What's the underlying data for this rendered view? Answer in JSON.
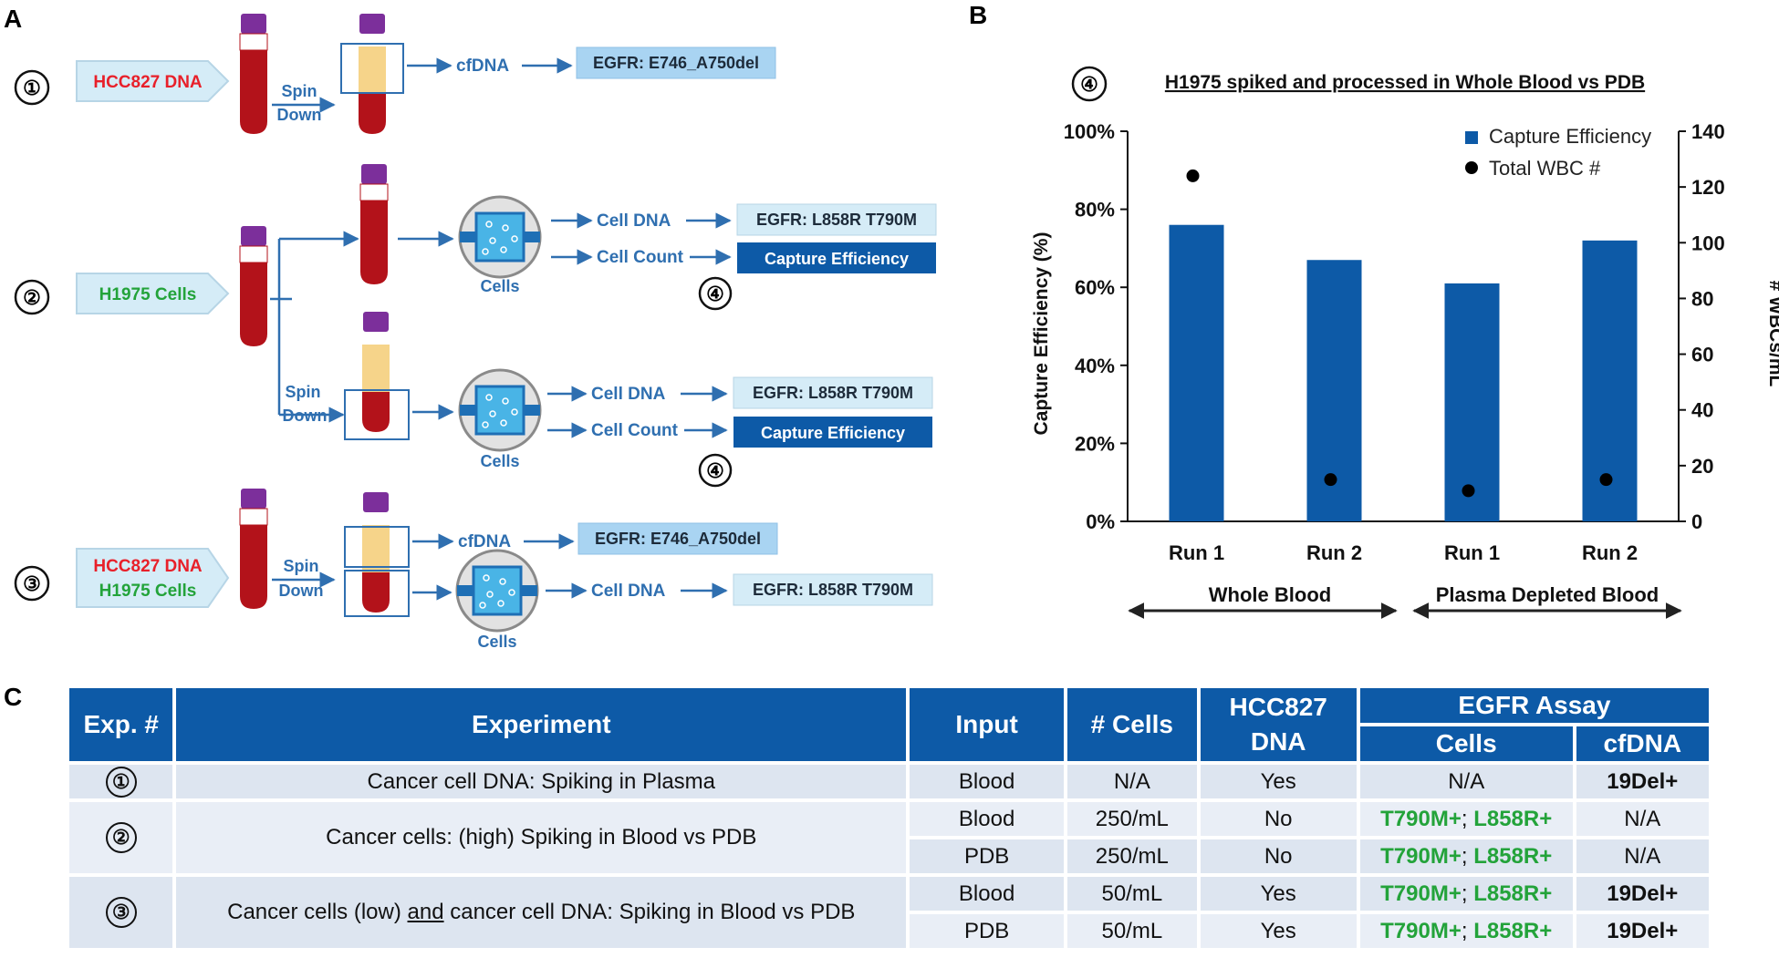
{
  "panels": {
    "a": "A",
    "b": "B",
    "c": "C"
  },
  "circled": [
    "①",
    "②",
    "③",
    "④"
  ],
  "panel_a": {
    "row1": {
      "sample": "HCC827 DNA",
      "spin": "Spin",
      "down": "Down",
      "flow": "cfDNA",
      "result": "EGFR: E746_A750del"
    },
    "row2": {
      "sample": "H1975 Cells",
      "upper": {
        "dna": "Cell DNA",
        "count": "Cell Count",
        "dna_result": "EGFR: L858R T790M",
        "count_result": "Capture Efficiency",
        "cells": "Cells"
      },
      "lower": {
        "spin": "Spin",
        "down": "Down",
        "dna": "Cell DNA",
        "count": "Cell Count",
        "dna_result": "EGFR: L858R T790M",
        "count_result": "Capture Efficiency",
        "cells": "Cells"
      }
    },
    "row3": {
      "sample1": "HCC827 DNA",
      "sample2": "H1975 Cells",
      "spin": "Spin",
      "down": "Down",
      "flow1": "cfDNA",
      "result1": "EGFR: E746_A750del",
      "flow2": "Cell DNA",
      "result2": "EGFR: L858R T790M",
      "cells": "Cells"
    }
  },
  "chart_data": {
    "type": "bar",
    "title": "H1975 spiked and processed in Whole Blood vs PDB",
    "categories": [
      "Run 1",
      "Run 2",
      "Run 1",
      "Run 2"
    ],
    "groups": [
      {
        "label": "Whole Blood",
        "categories": [
          0,
          1
        ]
      },
      {
        "label": "Plasma Depleted Blood",
        "categories": [
          2,
          3
        ]
      }
    ],
    "series": [
      {
        "name": "Capture Efficiency",
        "values": [
          76,
          67,
          61,
          72
        ],
        "axis": "left",
        "color": "#0d5aa7",
        "type": "bar"
      },
      {
        "name": "Total WBC #",
        "values": [
          124,
          15,
          11,
          15
        ],
        "axis": "right",
        "color": "#000000",
        "type": "scatter"
      }
    ],
    "ylabel": "Capture Efficiency (%)",
    "ylabel2": "# WBCs/mL",
    "ylim": [
      0,
      100
    ],
    "y2lim": [
      0,
      140
    ],
    "yticks": [
      "0%",
      "20%",
      "40%",
      "60%",
      "80%",
      "100%"
    ],
    "y2ticks": [
      "0",
      "20",
      "40",
      "60",
      "80",
      "100",
      "120",
      "140"
    ],
    "legend": "top-right",
    "grid": false
  },
  "table": {
    "headers": {
      "exp": "Exp. #",
      "experiment": "Experiment",
      "input": "Input",
      "cells_count": "# Cells",
      "hcc827": "HCC827",
      "dna": "DNA",
      "egfr": "EGFR Assay",
      "cells": "Cells",
      "cfdna": "cfDNA"
    },
    "rows": [
      {
        "exp": "①",
        "experiment": "Cancer cell DNA: Spiking in Plasma",
        "input": "Blood",
        "cells_count": "N/A",
        "hcc": "Yes",
        "cells_a": "N/A",
        "cells_b": "",
        "cfdna": "19Del+"
      },
      {
        "exp": "②",
        "experiment": "Cancer cells: (high) Spiking in Blood vs PDB",
        "input": "Blood",
        "cells_count": "250/mL",
        "hcc": "No",
        "cells_a": "T790M+",
        "cells_b": "L858R+",
        "cfdna": "N/A"
      },
      {
        "input": "PDB",
        "cells_count": "250/mL",
        "hcc": "No",
        "cells_a": "T790M+",
        "cells_b": "L858R+",
        "cfdna": "N/A"
      },
      {
        "exp": "③",
        "experiment_pre": "Cancer cells (low) ",
        "experiment_u": "and",
        "experiment_post": " cancer cell DNA: Spiking in Blood vs PDB",
        "input": "Blood",
        "cells_count": "50/mL",
        "hcc": "Yes",
        "cells_a": "T790M+",
        "cells_b": "L858R+",
        "cfdna": "19Del+"
      },
      {
        "input": "PDB",
        "cells_count": "50/mL",
        "hcc": "Yes",
        "cells_a": "T790M+",
        "cells_b": "L858R+",
        "cfdna": "19Del+"
      }
    ],
    "separator": "; "
  }
}
